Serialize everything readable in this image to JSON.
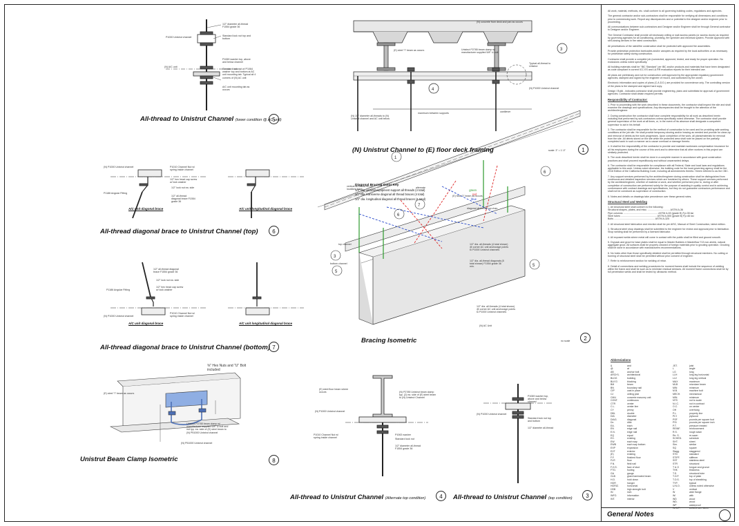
{
  "details": [
    {
      "num": "5",
      "title": "All-thread to Unistrut Channel",
      "note": "(lower condition @ AC unit)"
    },
    {
      "num": "1",
      "title": "(N) Unistrut Channel to (E) floor deck framing",
      "note": ""
    },
    {
      "num": "6",
      "title": "All-thread diagonal brace to Unistrut Channel (top)",
      "note": ""
    },
    {
      "num": "2",
      "title": "Bracing Isometric",
      "note": ""
    },
    {
      "num": "7",
      "title": "All-thread diagonal brace to Unistrut Channel (bottom)",
      "note": ""
    },
    {
      "num": "8",
      "title": "Unistrut Beam Clamp  Isometric",
      "note": ""
    },
    {
      "num": "4",
      "title": "All-thread to Unistrut Channel",
      "note": "(Alternate top condition)"
    },
    {
      "num": "3",
      "title": "All-thread to Unistrut Channel",
      "note": "(top condition)"
    }
  ],
  "sub_labels": {
    "ac_unit_diag_top": "A/C unit diagonal brace",
    "ac_unit_long_top": "A/C unit longitudinal diagonal brace",
    "ac_unit_diag_bot": "A/C unit diagonal brace",
    "ac_unit_long_bot": "A/C unit longitudinal diagonal brace"
  },
  "callouts": {
    "d5_1": "1/2\" diameter all-thread F1554 grade 36",
    "d5_2": "P1000 Unistrut channel",
    "d5_3": "Standard lock nut top and bottom",
    "d5_4": "(N) A/C unit",
    "d5_5": "P1069 washer top, above and below channel",
    "d5_6": "Standard lock nut w/ P1064 washer top and bottom at AC unit mounting tab. Typical all 4 corners of (N) AC unit",
    "d5_7": "A/C unit mounting tab as occurs",
    "d1_1": "(N) concrete from deck and pan as occurs",
    "d1_2": "(E) steel \"I\" beam as occurs",
    "d1_3": "Unistrut P2785 beam clamp w/ manufacturer supplied 5/8\" U-bolt",
    "d1_4": "Typical all-thread to Unistrut",
    "d1_5": "(N) P1000 Unistrut channel",
    "d1_6": "maximum between supports",
    "d1_7": "cantilever",
    "d1_8": "(N) 1/2\" diameter all-threads to (N) Unistrut channel and AC unit below",
    "d1_scale": "scale: 3\" = 1'-0\"",
    "d6_1": "(N) P1000 Unistrut channel",
    "d6_2": "P1010 Channel Nut w/ spring inside channel",
    "d6_3": "1/2\" hex head cap screw w/ lock washer",
    "d6_4": "P1186 Angular Fitting",
    "d6_5": "1/2\" lock nut ea. side",
    "d6_6": "1/2\" all-thread diagonal brace F1554 grade 36",
    "d7_1": "1/2\" all-thread diagonal brace F1554 grade 36",
    "d7_2": "1/2\" lock nut ea. side",
    "d7_3": "1/2\" hex head cap screw w/ lock washer",
    "d7_4": "P1186 Angular Fitting",
    "d7_5": "(N) P1000 Unistrut channel",
    "d7_6": "P1010 Channel Nut w/ spring inside channel",
    "d2_1": "vertical all-thread tie (4) locations total",
    "d2_2": "alternate",
    "d2_3": "(E) floor \"I\" beam as occurs",
    "d2_4": "diagonal all-thread top chan.",
    "d2_5": "1/2\" dia. all-threads (4 total shown) @ corner AC unit anchorage points to P1000 Unistrut channels",
    "d2_6": "1/2\" dia. all-thread diagonals (8 total shown) F1554 grade 36 min.",
    "d2_7": "top channel",
    "d2_8": "bottom channel",
    "d2_9": "1/2\" dia. all threads (4 total shown) @ corner AC unit anchorage points to P1000 Unistrut channels",
    "d2_10": "(N) AC Unit",
    "d2_scale": "no scale",
    "d8_1": "(E) steel \"I\" beam as occurs",
    "d8_2": "⅝\" Hex Nuts and \"U\" Bolt included",
    "d8_3": "Unistrut P2785 beam clamp w/ manufacturer supplied 5/8\" U-bolt and nut typ. ea. side of (E) steel beam to (N) P51000 Unistrut channel",
    "d8_4": "(N) P51000 Unistrut channel",
    "d4_1": "(E) steel floor beam where occurs",
    "d4_2": "(N) P2785 Unistrut beam clamp typ. (2) ea. side of (E) steel beam to (N) Unistrut Channel",
    "d4_3": "(N) P1000 Unistrut channel",
    "d4_4": "P1010 Channel Nut w/ spring inside channel",
    "d4_5": "P1063 washer",
    "d4_6": "Standard lock nut",
    "d4_7": "1/2\" diameter all-thread F1554 grade 36",
    "d3_1": "P1069 washer top, above and below channel",
    "d3_2": "(N) P1000 Unistrut channel",
    "d3_3": "Standard lock nut top and bottom",
    "d3_4": "1/2\" diameter all-thread"
  },
  "bracing_key": {
    "title": "Diagonal Bracing Color Key",
    "rows": [
      {
        "label": "1/2\" dia. vertical equipment support all threads  (4 total)",
        "color_name": "green",
        "color": "#2a9a2a"
      },
      {
        "label": "1/2\" dia. transverse diagonal all thread braces  (4 total)",
        "color_name": "red",
        "color": "#d22"
      },
      {
        "label": "1/2\" dia. longitudinal diagonal all thread braces  (4 total)",
        "color_name": "blue",
        "color": "#2345c8"
      }
    ]
  },
  "general_notes": {
    "paras": [
      "All work, material, methods, etc. shall conform to all governing building codes, regulations and agencies.",
      "The general contractor and/or sub-contractors shall be responsible for verifying all dimensions and conditions prior to commencing work. Report any discrepancies and or potential to the designer and/or engineer prior to proceeding.",
      "All communications between sub-contractors and Designer and/or Engineer shall be through General contractor to Designer and/or Engineer.",
      "The General Contractor shall provide all necessary ceiling or wall access panels (or access doors) as required by governing agencies for all conditioning, plumbing, fire sprinkler and electrical system. Provide approved with self-closing devices in fire rated construction.",
      "All penetrations of the rated/fire construction shall be protected with approved fire assemblies.",
      "Provide pedestrian protection barricades and/or canopies as required by the local authorities or as necessary for pedestrian safety during construction.",
      "Contractor shall provide a complete job (connected, approved, tested, and ready for proper operation. No exclusions unless noted specifically.",
      "All building materials shall be \"IBC Standard\" per IBC and/or products and materials that have been designated as code compliant in current ICC ES and LA RR evaluation reports for their intended use.",
      "All plans are preliminary and not for construction until approved by the appropriate regulatory government agencies, stamped and signed by the engineer of record, and authorized by the owner.",
      "Electronic information and copies of plans (C.A.D.D.) are provided for convenience only. The controlling version of the plans is the stamped and signed hard copy.",
      "Design / Build - indicates contractor shall provide engineering, plans and submittals for approval of government agencies. Contractor shall obtain required permits."
    ],
    "resp_heading": "Responsibility of Contractor:",
    "resp": [
      "1.  Prior to proceeding with the work described in these documents, the contractor shall inspect the site and shall examine the drawings and specifications. Any discrepancies shall be brought to the attention of the architect/engineer.",
      "2.  During construction the contractor shall have complete responsibility for all work as described herein including that performed by sub-contractors unless specifically noted otherwise. The contractor shall provide general supervision of the work at all times, or, in the event of his absence shall designate a competent supervisor to act in his behalf.",
      "3.  The contractor shall be responsible for the method of construction to be used and for providing safe working conditions at the job site. He shall provide temporary shoring and/or bracing as needed and provide for clean-up and removal of debris as the work progresses. Upon completion of the work, all plans/materials for removal from the site. All debris stored on the site while the protected area shall note be placed on the partially completed work in such a manner as to cause overload or damage thereto.",
      "4.  It shall be the responsibility of the contractor to provide and maintain workmans compensation insurance for all his employees during the course of this work and to determine that all other workers in this project are similarly protected.",
      "5.  The work described herein shall be done in a complete manner in accordance with good construction practices and shall proceed expeditiously and without unwarranted delays.",
      "6.  The contractor shall be responsible for compliance with all Federal, State and local laws and regulations applicable to this work. Unless noted otherwise, the building code for the local governing agency shall be the 2016 Edition of the California Building Code, including all amendments thereto. Herein referred to as the CBC.",
      "7.  Any support services performed by the architect/engineer during construction shall be distinguished from continuous and detailed inspection services which are furnished by others. These support services performed by the architect/engineer, whether of material or work, and whether performed prior to, during or after completion of construction are performed solely for the purpose of assisting in quality control and in achieving conformance with contract drawings and specifications, but they do not guarantee contractors performance and shall not be construed as supervision of construction.",
      "8.  Notes and details on drawings take precedence over these general notes."
    ],
    "steel_heading": "Structural Steel and Welding",
    "steel": [
      "1.  All structural steel shall conform to the following:",
      "Structural shapes, plates, and misc. ................................ ASTM A-36",
      "Pipe columns .................................................. ASTM A-53 (grade B) Fy=35 ksi",
      "Steel tubes .................................................... ASTM A-500 (grade B) Fy=46 ksi",
      "Bolts ........................................................... ASTM A-325",
      "2.  All structural steel fabrication and erection shall be per AISC, Manual of Steel Construction, latest edition.",
      "3.  Structural steel shop drawings shall be submitted to the engineer for review and approval prior to fabrication. Shop welding shall be performed by a licensed fabricator.",
      "4.  All exposed welds where metal will come in contact with the public shall be filled and ground smooth.",
      "5.  Drypack and grout for base plates shall be equal to Master Builders # Masterflow 713 non-shrink, natural aggregate grout. All surfaces shall be properly cleaned of foreign materials prior to grouting operation. Grouting shall be done in accordance with manufacturers recommendations.",
      "6.  No holes other than those specifically detailed shall be permitted through structural members. No cutting or burning of structural steel shall be permitted without prior consent of engineer.",
      "7.  Refer to reinforcement section for welding of rebar.",
      "8.  Detail of connections and welding procedures for moment frames shall include the sequence of welding within the frame and shall be such as to minimize residual stresses. All moment frame connections shall be by full penetration welds and shall be tested by ultrasonic method."
    ]
  },
  "abbreviations": {
    "title": "Abbreviations",
    "left": [
      [
        "&",
        "and"
      ],
      [
        "@",
        "at"
      ],
      [
        "AB",
        "anchor bolt"
      ],
      [
        "ARCH'L",
        "architectural"
      ],
      [
        "BLDG",
        "building"
      ],
      [
        "BLK'G",
        "blocking"
      ],
      [
        "BM",
        "beam"
      ],
      [
        "BN",
        "boundary nail"
      ],
      [
        "CIP",
        "cast in place"
      ],
      [
        "CJ",
        "ceiling joist"
      ],
      [
        "CMU",
        "concrete masonry unit"
      ],
      [
        "CONT.",
        "continuous"
      ],
      [
        "CTR",
        "center"
      ],
      [
        "C.L.",
        "center line"
      ],
      [
        "CY",
        "penny"
      ],
      [
        "DBL",
        "double"
      ],
      [
        "DIA",
        "diameter"
      ],
      [
        "DIAG.",
        "diagonal"
      ],
      [
        "Dn",
        "ditto"
      ],
      [
        "EA.",
        "each"
      ],
      [
        "EN",
        "edge nail"
      ],
      [
        "E.N.",
        "edge nail"
      ],
      [
        "EQ",
        "equal"
      ],
      [
        "EX.",
        "existing"
      ],
      [
        "EW",
        "each way"
      ],
      [
        "EWB",
        "each way bottom"
      ],
      [
        "EXP",
        "expansion"
      ],
      [
        "EXT",
        "exterior"
      ],
      [
        "(E)",
        "existing"
      ],
      [
        "F.F.",
        "finished floor"
      ],
      [
        "FLR",
        "floor"
      ],
      [
        "F.N.",
        "field nail"
      ],
      [
        "F.O.S.",
        "face of stud"
      ],
      [
        "FTG.",
        "footing"
      ],
      [
        "GA",
        "gauge"
      ],
      [
        "GLB",
        "glued laminated beam"
      ],
      [
        "H.D.",
        "hold down"
      ],
      [
        "HGR",
        "hanger"
      ],
      [
        "HORIZ.",
        "horizontal"
      ],
      [
        "HSB",
        "high strength bolt"
      ],
      [
        "IN",
        "inch"
      ],
      [
        "INFO.",
        "information"
      ],
      [
        "INT.",
        "interior"
      ]
    ],
    "right": [
      [
        "JST.",
        "joist"
      ],
      [
        "L",
        "angle"
      ],
      [
        "LG",
        "long"
      ],
      [
        "LLH",
        "long leg horizontal"
      ],
      [
        "LLV",
        "long leg vertical"
      ],
      [
        "MAX",
        "maximum"
      ],
      [
        "MLB",
        "microlam beam"
      ],
      [
        "MIN",
        "minimum"
      ],
      [
        "M.B.",
        "machine bolt"
      ],
      [
        "MECH.",
        "mechanical"
      ],
      [
        "MIN.",
        "minimum"
      ],
      [
        "NTS",
        "not to scale"
      ],
      [
        "N.I.C.",
        "not in contract"
      ],
      [
        "O.C.",
        "on center"
      ],
      [
        "OH",
        "overhang"
      ],
      [
        "P.L.",
        "property line"
      ],
      [
        "PLY",
        "plywood"
      ],
      [
        "PSF",
        "pounds per square foot"
      ],
      [
        "PSI",
        "pounds per square inch"
      ],
      [
        "P.T.",
        "pressure treated"
      ],
      [
        "REINF.",
        "reinforcement"
      ],
      [
        "R.S.",
        "rough sawn"
      ],
      [
        "Re. S.",
        "re-sawn"
      ],
      [
        "SCHED.",
        "schedule"
      ],
      [
        "SHT.",
        "sheet"
      ],
      [
        "Sim.",
        "similar"
      ],
      [
        "SQ",
        "square"
      ],
      [
        "Stagg.",
        "staggered"
      ],
      [
        "STD",
        "standard"
      ],
      [
        "STIFF.",
        "stiffener"
      ],
      [
        "SST",
        "stainless steel"
      ],
      [
        "STR",
        "structural"
      ],
      [
        "T & G",
        "tongue and groove"
      ],
      [
        "THK",
        "thickness"
      ],
      [
        "T.S.",
        "structural tube"
      ],
      [
        "T.O.P.",
        "top of plate"
      ],
      [
        "T.O.S.",
        "top of sheathing"
      ],
      [
        "TYP.",
        "typical"
      ],
      [
        "U.N.O.",
        "unless noted otherwise"
      ],
      [
        "V",
        "vertical"
      ],
      [
        "W",
        "wide flange"
      ],
      [
        "W/",
        "with"
      ],
      [
        "WD",
        "wood"
      ],
      [
        "WD.",
        "wood"
      ],
      [
        "WP",
        "waterproof"
      ],
      [
        "W.W.F.",
        "welded wire fabric"
      ]
    ]
  },
  "footer": {
    "title": "General Notes"
  }
}
